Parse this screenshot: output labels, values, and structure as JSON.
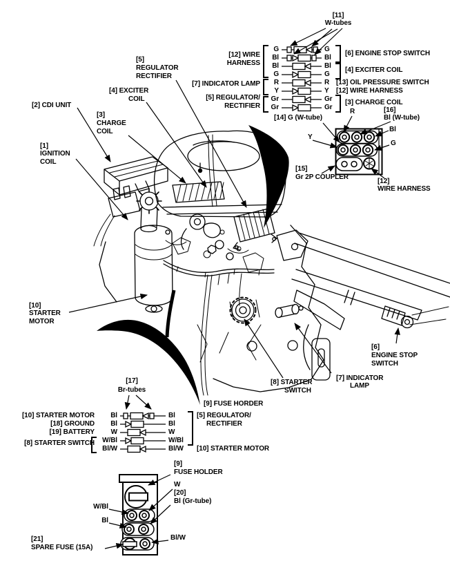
{
  "colors": {
    "ink": "#000000",
    "paper": "#ffffff"
  },
  "top_chart": {
    "tube_ref": "[11]",
    "tube_name": "W-tubes",
    "left_label_1a": "[12] WIRE",
    "left_label_1b": "HARNESS",
    "left_label_2": "[7] INDICATOR LAMP",
    "left_label_3a": "[5] REGULATOR/",
    "left_label_3b": "RECTIFIER",
    "rows": [
      {
        "left": "G",
        "right": "G"
      },
      {
        "left": "Bl",
        "right": "Bl"
      },
      {
        "left": "Bl",
        "right": "Bl"
      },
      {
        "left": "G",
        "right": "G"
      },
      {
        "left": "R",
        "right": "R"
      },
      {
        "left": "Y",
        "right": "Y"
      },
      {
        "left": "Gr",
        "right": "Gr"
      },
      {
        "left": "Gr",
        "right": "Gr"
      }
    ],
    "right_label_1": "[6] ENGINE STOP SWITCH",
    "right_label_2": "[4] EXCITER COIL",
    "right_label_3": "[13] OIL PRESSURE SWITCH",
    "right_label_4": "[12] WIRE HARNESS",
    "right_label_5": "[3] CHARGE COIL"
  },
  "coupler": {
    "l14": "[14] G (W-tube)",
    "r": "R",
    "l16a": "[16]",
    "l16b": "Bl (W-tube)",
    "bl": "Bl",
    "y": "Y",
    "g": "G",
    "l15a": "[15]",
    "l15b": "Gr 2P COUPLER",
    "l12a": "[12]",
    "l12b": "WIRE HARNESS"
  },
  "callouts": {
    "c1a": "[1]",
    "c1b": "IGNITION",
    "c1c": "COIL",
    "c2": "[2] CDI UNIT",
    "c3a": "[3]",
    "c3b": "CHARGE",
    "c3c": "COIL",
    "c4a": "[4] EXCITER",
    "c4b": "COIL",
    "c5a": "[5]",
    "c5b": "REGULATOR",
    "c5c": "RECTIFIER",
    "c6a": "[6]",
    "c6b": "ENGINE STOP",
    "c6c": "SWITCH",
    "c7a": "[7] INDICATOR",
    "c7b": "LAMP",
    "c8a": "[8] STARTER",
    "c8b": "SWITCH",
    "c9": "[9] FUSE HORDER",
    "c10a": "[10]",
    "c10b": "STARTER",
    "c10c": "MOTOR"
  },
  "bottom_chart": {
    "tube_ref": "[17]",
    "tube_name": "Br-tubes",
    "rows": [
      {
        "label": "[10] STARTER MOTOR",
        "left": "Bl",
        "right": "Bl"
      },
      {
        "label": "[18] GROUND",
        "left": "Bl",
        "right": "Bl"
      },
      {
        "label": "[19] BATTERY",
        "left": "W",
        "right": "W"
      },
      {
        "label": "[8] STARTER SWITCH",
        "left": "W/Bl",
        "right": "W/Bl"
      },
      {
        "label": "",
        "left": "Bl/W",
        "right": "Bl/W"
      }
    ],
    "right_label_1a": "[5] REGULATOR/",
    "right_label_1b": "RECTIFIER",
    "right_label_2": "[10] STARTER MOTOR"
  },
  "fuse_detail": {
    "f9a": "[9]",
    "f9b": "FUSE HOLDER",
    "w": "W",
    "f20a": "[20]",
    "f20b": "Bl (Gr-tube)",
    "wbl": "W/Bl",
    "bl": "Bl",
    "blw": "Bl/W",
    "f21a": "[21]",
    "f21b": "SPARE FUSE (15A)"
  }
}
